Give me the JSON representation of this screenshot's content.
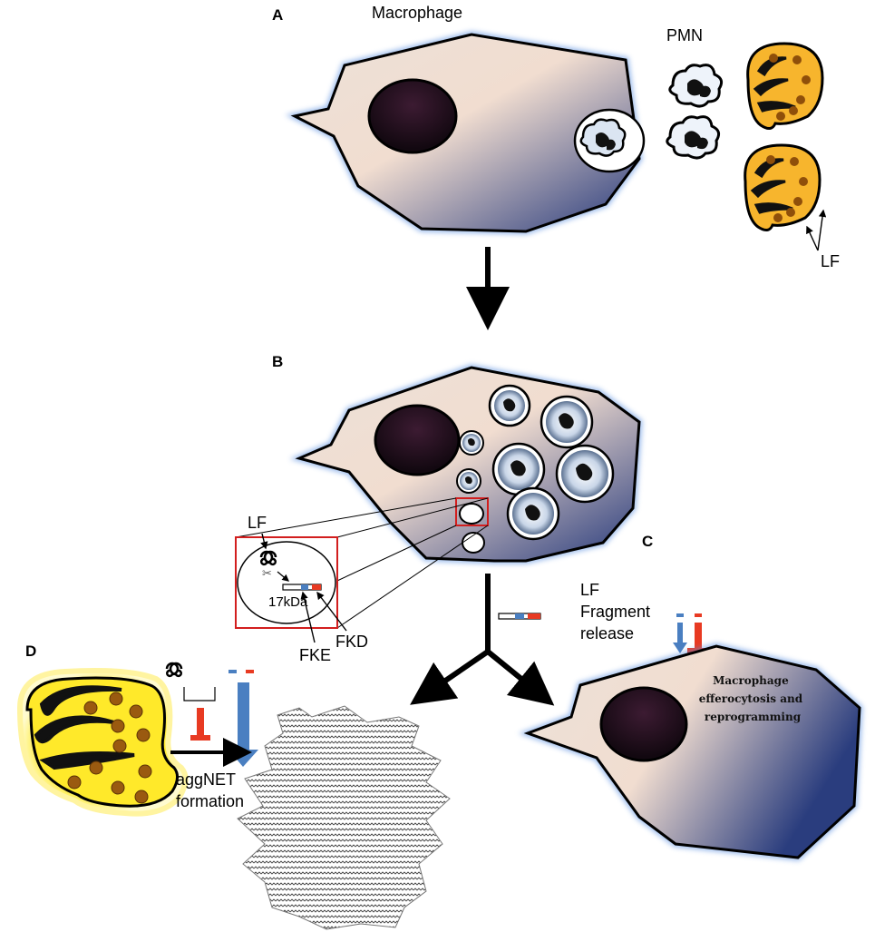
{
  "panels": {
    "a": "A",
    "b": "B",
    "c": "C",
    "d": "D"
  },
  "labels": {
    "macrophage": "Macrophage",
    "pmn": "PMN",
    "lf_a": "LF",
    "lf_b": "LF",
    "kda": "17kDa",
    "fke": "FKE",
    "fkd": "FKD",
    "lf_fragment": [
      "LF",
      "Fragment",
      "release"
    ],
    "macrophage_process": [
      "Macrophage",
      "efferocytosis and",
      "reprogramming"
    ],
    "aggnet": [
      "aggNET",
      "formation"
    ]
  },
  "colors": {
    "cell_border": "#2f6fc4",
    "cell_light": "#f3e3d6",
    "cell_dark": "#2c3f80",
    "nucleus": "#1a0c12",
    "apoptotic_pmn": "#f7b52d",
    "granule": "#9a5a10",
    "net_glow": "#ffef3a",
    "fke_blue": "#4a7fc1",
    "fkd_red": "#e83a22",
    "box_red": "#d21e1e"
  }
}
